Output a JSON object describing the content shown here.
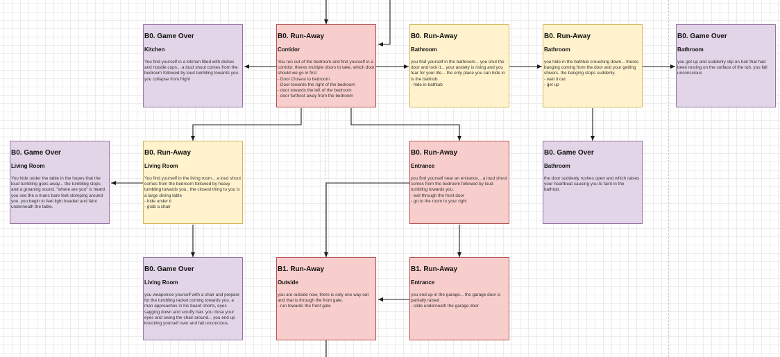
{
  "nodes": [
    {
      "id": "kitchen-gameover",
      "color": "purple",
      "title": "B0. Game Over",
      "location": "Kitchen",
      "text": "You find yourself in a kitchen filled with dishes and noodle cups... a loud shout comes from the bedroom followed by loud tumbling towards you. you collapse from fright"
    },
    {
      "id": "corridor",
      "color": "red",
      "title": "B0. Run-Away",
      "location": "Corridor",
      "text": "You run out of the bedroom and find yourself in a corridor. theres multiple doors to take, which door should we go in first\n- Door Closest to bedroom\n- Door towards the right of the bedroom\n- door towards the left of the bedroom\n- door furthest away from the bedroom"
    },
    {
      "id": "bathroom-1",
      "color": "yellow",
      "title": "B0. Run-Away",
      "location": "Bathroom",
      "text": "you find yourself in the bathroom... you shut the door and lock it... your anxiety is rising and you fear for your life... the only place you can hide in is the bathtub.\n- hide in bathtub"
    },
    {
      "id": "bathroom-2",
      "color": "yellow",
      "title": "B0. Run-Away",
      "location": "Bathroom",
      "text": "you hide in the bathtub crouching down... theres banging coming from the door and your getting shivers. the banging stops suddenly.\n- wait it out\n- get up"
    },
    {
      "id": "bathroom-gameover-1",
      "color": "purple",
      "title": "B0. Game Over",
      "location": "Bathroom",
      "text": "you get up and suddenly slip on hair that had been resting on the surface of the tub. you fall unconscious"
    },
    {
      "id": "livingroom-gameover-1",
      "color": "purple",
      "title": "B0. Game Over",
      "location": "Living Room",
      "text": "You hide under the table in the hopes that the loud tumbling goes away... the tumbling stops and a groaning sound. \"where are you\" is heard. you see the a mans bare feet stomping around you. you begin to feel light headed and faint underneath the table."
    },
    {
      "id": "livingroom",
      "color": "yellow",
      "title": "B0. Run-Away",
      "location": "Living Room",
      "text": "You find yourself in the living room... a loud shout comes from the bedroom followed by heavy tumbling towards you.. the closest thing to you is a large dining table\n- hide under it\n- grab a chair"
    },
    {
      "id": "entrance-1",
      "color": "red",
      "title": "B0. Run-Away",
      "location": "Entrance",
      "text": "you find yourself near an entrance... a loud shout comes from the bedroom followed by loud tumbling towards you.\n- exit through the front door\n- go to the room to your right"
    },
    {
      "id": "bathroom-gameover-2",
      "color": "purple",
      "title": "B0. Game Over",
      "location": "Bathroom",
      "text": "the door suddenly rushes open and which raises your heartbeat causing you to faint in the bathtub."
    },
    {
      "id": "livingroom-gameover-2",
      "color": "purple",
      "title": "B0. Game Over",
      "location": "Living Room",
      "text": "you weaponise yourself with a chair and prepare for the tumbling racket coming towards you. a man approaches in his board shorts, eyes sagging down and scruffy hair. you close your eyes and swing the chair around... you end up knocking yourself over and fall unconcious."
    },
    {
      "id": "outside",
      "color": "red",
      "title": "B1. Run-Away",
      "location": "Outside",
      "text": "you are outside now, there is only one way out and that is through the front gate.\n- run towards the front gate"
    },
    {
      "id": "entrance-2",
      "color": "red",
      "title": "B1. Run-Away",
      "location": "Entrance",
      "text": "you end up in the garage... the garage door is partially raised\n- slide underneath the garage door"
    }
  ],
  "edges": [
    {
      "from": "corridor",
      "to": "kitchen-gameover"
    },
    {
      "from": "corridor",
      "to": "bathroom-1"
    },
    {
      "from": "corridor",
      "to": "livingroom"
    },
    {
      "from": "corridor",
      "to": "entrance-1"
    },
    {
      "from": "bathroom-1",
      "to": "bathroom-2"
    },
    {
      "from": "bathroom-2",
      "to": "bathroom-gameover-1"
    },
    {
      "from": "bathroom-2",
      "to": "bathroom-gameover-2"
    },
    {
      "from": "livingroom",
      "to": "livingroom-gameover-1"
    },
    {
      "from": "livingroom",
      "to": "livingroom-gameover-2"
    },
    {
      "from": "entrance-1",
      "to": "outside"
    },
    {
      "from": "entrance-1",
      "to": "entrance-2"
    },
    {
      "from": "entrance-2",
      "to": "outside"
    }
  ]
}
